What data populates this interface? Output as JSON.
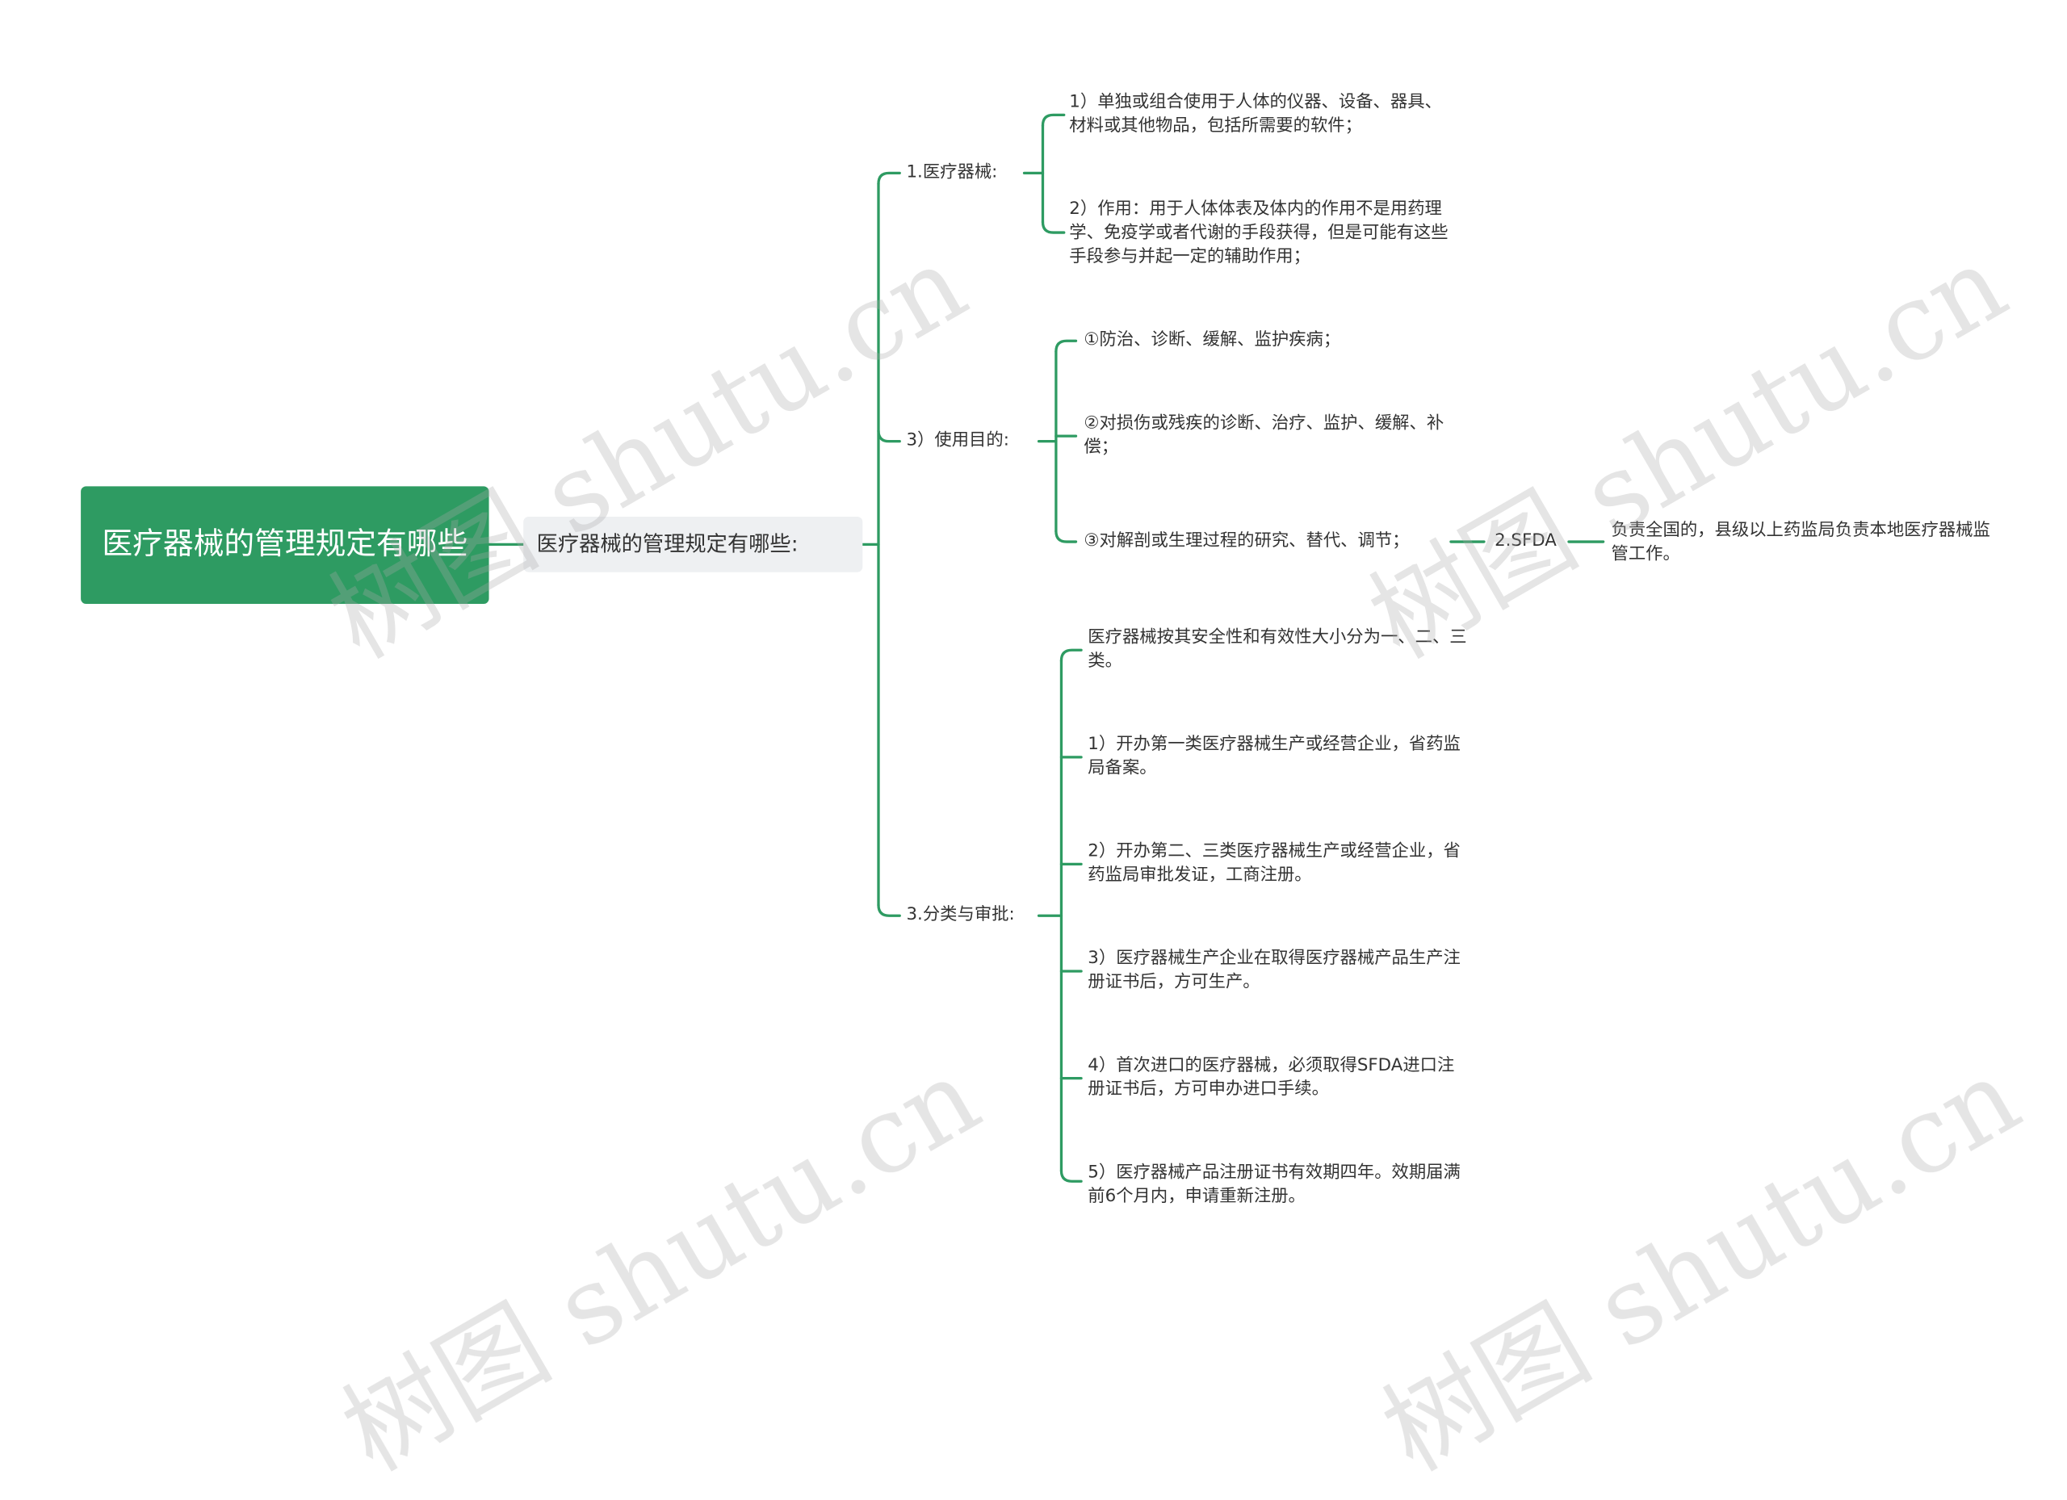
{
  "root": {
    "label": "医疗器械的管理规定有哪些"
  },
  "hub": {
    "label": "医疗器械的管理规定有哪些:"
  },
  "branch_device": {
    "label": "1.医疗器械:",
    "items": [
      "1）单独或组合使用于人体的仪器、设备、器具、材料或其他物品，包括所需要的软件；",
      "2）作用：用于人体体表及体内的作用不是用药理学、免疫学或者代谢的手段获得，但是可能有这些手段参与并起一定的辅助作用；"
    ]
  },
  "branch_purpose": {
    "label": "3）使用目的:",
    "items": [
      "①防治、诊断、缓解、监护疾病；",
      "②对损伤或残疾的诊断、治疗、监护、缓解、补偿；",
      "③对解剖或生理过程的研究、替代、调节；"
    ],
    "sfda": {
      "label": "2.SFDA",
      "detail": "负责全国的，县级以上药监局负责本地医疗器械监管工作。"
    }
  },
  "branch_class": {
    "label": "3.分类与审批:",
    "items": [
      "医疗器械按其安全性和有效性大小分为一、二、三类。",
      "1）开办第一类医疗器械生产或经营企业，省药监局备案。",
      "2）开办第二、三类医疗器械生产或经营企业，省药监局审批发证，工商注册。",
      "3）医疗器械生产企业在取得医疗器械产品生产注册证书后，方可生产。",
      "4）首次进口的医疗器械，必须取得SFDA进口注册证书后，方可申办进口手续。",
      "5）医疗器械产品注册证书有效期四年。效期届满前6个月内，申请重新注册。"
    ]
  },
  "watermark": "树图 shutu.cn",
  "colors": {
    "accent": "#2e9b62",
    "hub_background": "#eef0f2",
    "text": "#333333"
  }
}
